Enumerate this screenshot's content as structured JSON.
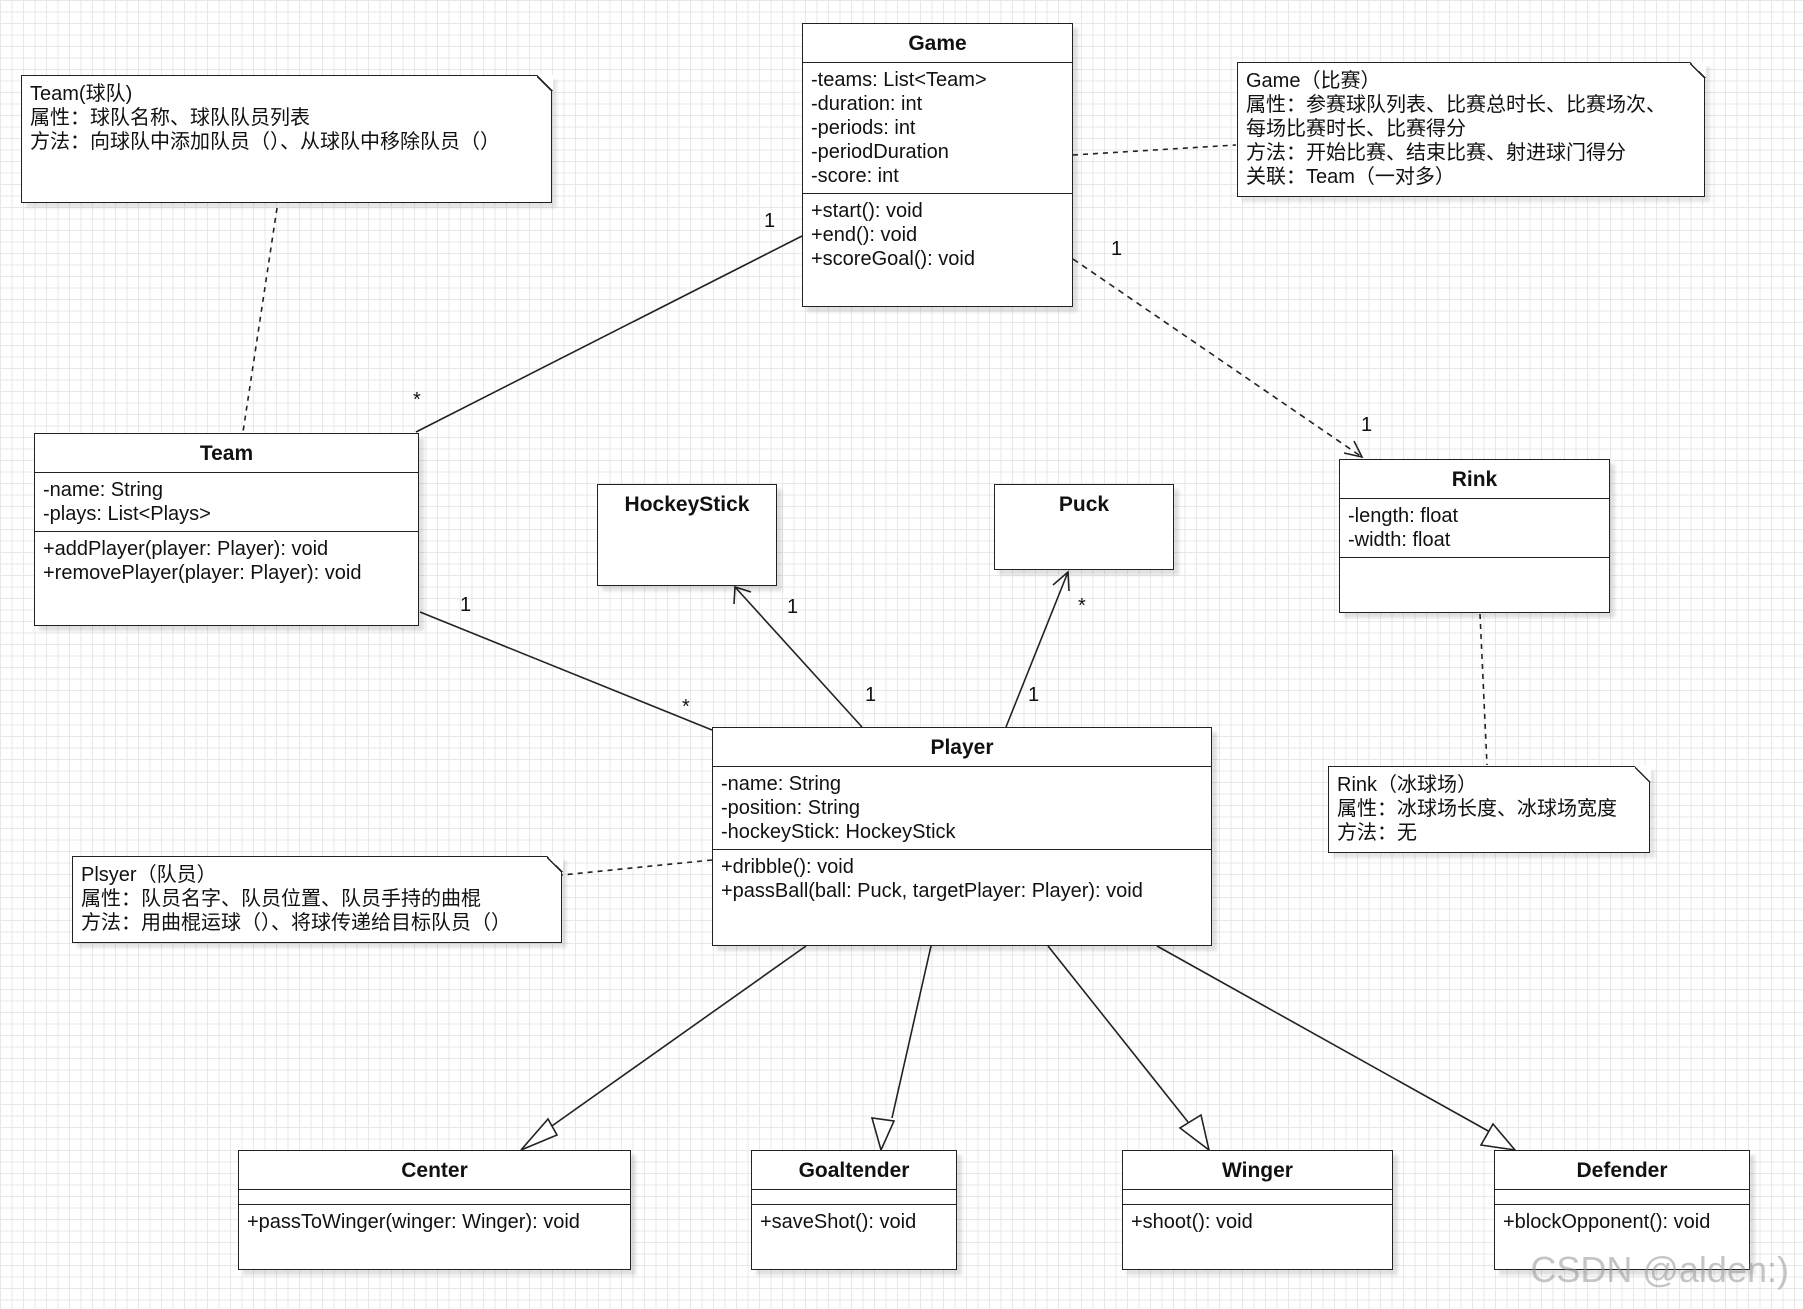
{
  "classes": {
    "game": {
      "name": "Game",
      "attributes": [
        "-teams: List<Team>",
        "-duration: int",
        "-periods: int",
        "-periodDuration",
        "-score: int"
      ],
      "operations": [
        "+start(): void",
        "+end(): void",
        "+scoreGoal(): void"
      ]
    },
    "team": {
      "name": "Team",
      "attributes": [
        "-name: String",
        "-plays: List<Plays>"
      ],
      "operations": [
        "+addPlayer(player: Player): void",
        "+removePlayer(player: Player): void"
      ]
    },
    "rink": {
      "name": "Rink",
      "attributes": [
        "-length: float",
        "-width: float"
      ],
      "operations": []
    },
    "hockeystick": {
      "name": "HockeyStick"
    },
    "puck": {
      "name": "Puck"
    },
    "player": {
      "name": "Player",
      "attributes": [
        "-name: String",
        "-position: String",
        "-hockeyStick: HockeyStick"
      ],
      "operations": [
        "+dribble(): void",
        "+passBall(ball: Puck, targetPlayer: Player): void"
      ]
    },
    "center": {
      "name": "Center",
      "operations": [
        "+passToWinger(winger: Winger): void"
      ]
    },
    "goaltender": {
      "name": "Goaltender",
      "operations": [
        "+saveShot(): void"
      ]
    },
    "winger": {
      "name": "Winger",
      "operations": [
        "+shoot(): void"
      ]
    },
    "defender": {
      "name": "Defender",
      "operations": [
        "+blockOpponent(): void"
      ]
    }
  },
  "notes": {
    "team": [
      "Team(球队)",
      "属性：球队名称、球队队员列表",
      "方法：向球队中添加队员（）、从球队中移除队员（）"
    ],
    "game": [
      "Game（比赛）",
      "属性：参赛球队列表、比赛总时长、比赛场次、",
      "每场比赛时长、比赛得分",
      "方法：开始比赛、结束比赛、射进球门得分",
      "关联：Team（一对多）"
    ],
    "rink": [
      "Rink（冰球场）",
      "属性：冰球场长度、冰球场宽度",
      "方法：无"
    ],
    "player": [
      "Plsyer（队员）",
      "属性：队员名字、队员位置、队员手持的曲棍",
      "方法：用曲棍运球（）、将球传递给目标队员（）"
    ]
  },
  "multiplicities": {
    "game_team_game": "1",
    "game_team_team": "*",
    "game_rink_game": "1",
    "game_rink_rink": "1",
    "team_player_team": "1",
    "team_player_player": "*",
    "stick_player_stick": "1",
    "stick_player_player": "1",
    "puck_player_puck": "*",
    "puck_player_player": "1"
  },
  "watermark": "CSDN @alden:)"
}
